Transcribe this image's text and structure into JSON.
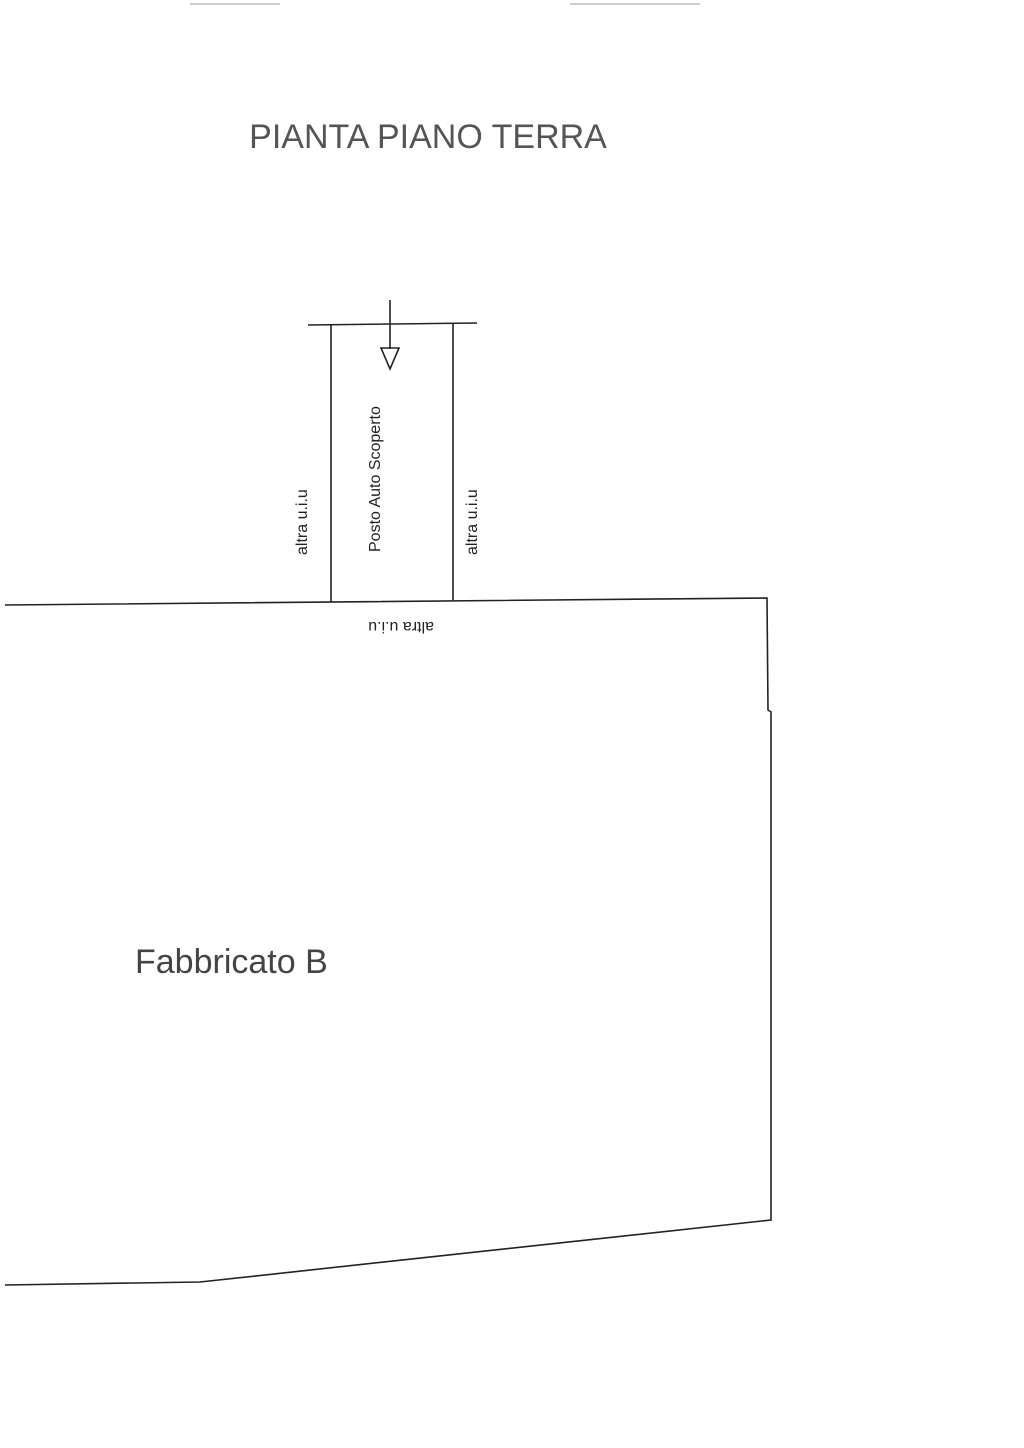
{
  "title": "PIANTA PIANO TERRA",
  "labels": {
    "parking": "Posto Auto Scoperto",
    "left_unit": "altra u.i.u",
    "right_unit": "altra u.i.u",
    "bottom_unit": "altra u.i.u",
    "building": "Fabbricato B"
  }
}
